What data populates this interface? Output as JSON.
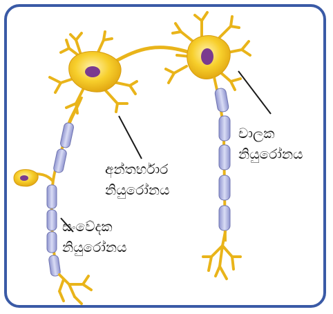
{
  "labels": {
    "interneuron": [
      "අන්තර්භාර",
      "නියුරෝනය"
    ],
    "motor_neuron": [
      "චාලක",
      "නියුරෝනය"
    ],
    "sensory_neuron": [
      "සංවේදක",
      "නියුරෝනය"
    ]
  },
  "colors": {
    "frame": "#3a5aa6",
    "cell_body": "#f2c21a",
    "cell_body_highlight": "#fde58a",
    "nucleus": "#7a3a8f",
    "myelin": "#b9bde6",
    "myelin_edge": "#7d82bd",
    "leader_line": "#1a1a1a"
  }
}
